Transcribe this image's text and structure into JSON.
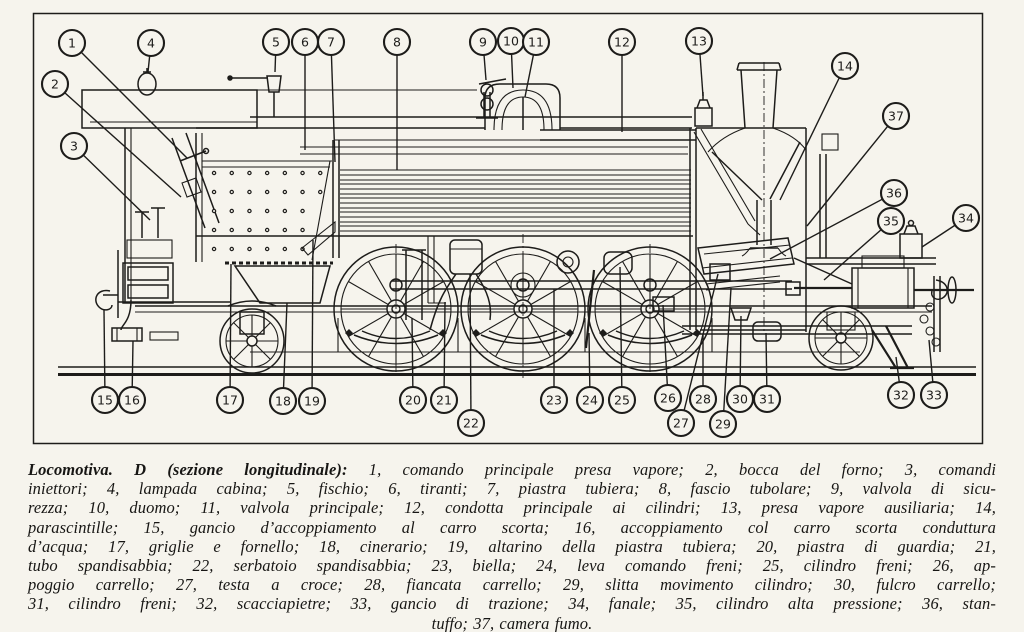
{
  "figure": {
    "type": "technical-diagram",
    "subject": "Locomotiva D (sezione longitudinale)",
    "callouts": [
      {
        "num": "1",
        "label": "comando principale presa vapore"
      },
      {
        "num": "2",
        "label": "bocca del forno"
      },
      {
        "num": "3",
        "label": "comandi iniettori"
      },
      {
        "num": "4",
        "label": "lampada cabina"
      },
      {
        "num": "5",
        "label": "fischio"
      },
      {
        "num": "6",
        "label": "tiranti"
      },
      {
        "num": "7",
        "label": "piastra tubiera"
      },
      {
        "num": "8",
        "label": "fascio tubolare"
      },
      {
        "num": "9",
        "label": "valvola di sicurezza"
      },
      {
        "num": "10",
        "label": "duomo"
      },
      {
        "num": "11",
        "label": "valvola principale"
      },
      {
        "num": "12",
        "label": "condotta principale ai cilindri"
      },
      {
        "num": "13",
        "label": "presa vapore ausiliaria"
      },
      {
        "num": "14",
        "label": "parascintille"
      },
      {
        "num": "15",
        "label": "gancio d’accoppiamento al carro scorta"
      },
      {
        "num": "16",
        "label": "accoppiamento col carro scorta conduttura d’acqua"
      },
      {
        "num": "17",
        "label": "griglie e fornello"
      },
      {
        "num": "18",
        "label": "cinerario"
      },
      {
        "num": "19",
        "label": "altarino della piastra tubiera"
      },
      {
        "num": "20",
        "label": "piastra di guardia"
      },
      {
        "num": "21",
        "label": "tubo spandisabbia"
      },
      {
        "num": "22",
        "label": "serbatoio spandisabbia"
      },
      {
        "num": "23",
        "label": "biella"
      },
      {
        "num": "24",
        "label": "leva comando freni"
      },
      {
        "num": "25",
        "label": "cilindro freni"
      },
      {
        "num": "26",
        "label": "appoggio carrello"
      },
      {
        "num": "27",
        "label": "testa a croce"
      },
      {
        "num": "28",
        "label": "fiancata carrello"
      },
      {
        "num": "29",
        "label": "slitta movimento cilindro"
      },
      {
        "num": "30",
        "label": "fulcro carrello"
      },
      {
        "num": "31",
        "label": "cilindro freni"
      },
      {
        "num": "32",
        "label": "scacciapietre"
      },
      {
        "num": "33",
        "label": "gancio di trazione"
      },
      {
        "num": "34",
        "label": "fanale"
      },
      {
        "num": "35",
        "label": "cilindro alta pressione"
      },
      {
        "num": "36",
        "label": "stantuffo"
      },
      {
        "num": "37",
        "label": "camera fumo"
      }
    ]
  },
  "caption": {
    "title": "Locomotiva. D (sezione longitudinale):",
    "line1_rest": "1, comando principale presa vapore; 2, bocca del forno; 3, comandi",
    "lines": [
      "iniettori; 4, lampada cabina; 5, fischio; 6, tiranti; 7, piastra tubiera; 8, fascio tubolare; 9, valvola di sicu-",
      "rezza; 10, duomo; 11, valvola principale; 12, condotta principale ai cilindri; 13, presa vapore ausiliaria; 14,",
      "parascintille; 15, gancio d’accoppiamento al carro scorta; 16, accoppiamento col carro scorta conduttura",
      "d’acqua; 17, griglie e fornello; 18, cinerario; 19, altarino della piastra tubiera; 20, piastra di guardia; 21,",
      "tubo spandisabbia; 22, serbatoio spandisabbia; 23, biella; 24, leva comando freni; 25, cilindro freni; 26, ap-",
      "poggio carrello; 27, testa a croce; 28, fiancata carrello; 29, slitta movimento cilindro; 30, fulcro carrello;",
      "31, cilindro freni; 32, scacciapietre; 33, gancio di trazione; 34, fanale; 35, cilindro alta pressione; 36, stan-",
      "tuffo; 37, camera fumo."
    ]
  },
  "colors": {
    "ink": "#1d1c1a",
    "paper": "#f6f4ed"
  }
}
